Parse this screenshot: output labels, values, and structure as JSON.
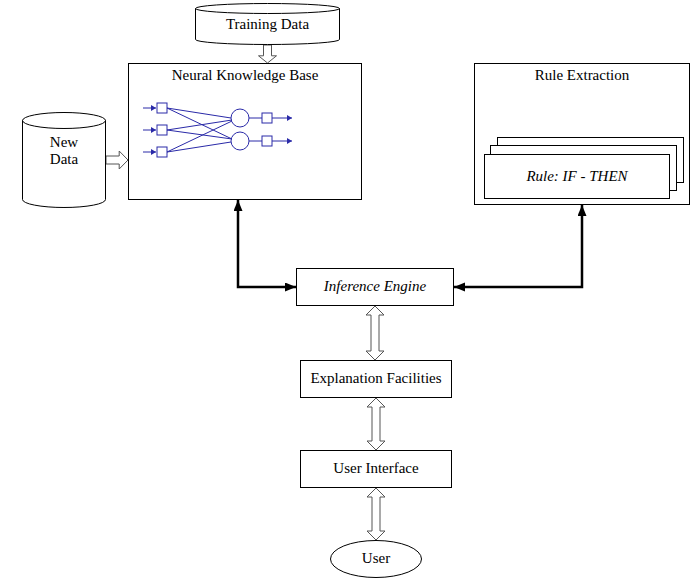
{
  "diagram": {
    "nodes": [
      {
        "text": [
          "Training Data"
        ]
      },
      {
        "text": [
          "New Data"
        ]
      },
      {
        "text": [
          "Neural Knowledge Base"
        ]
      },
      {
        "text": [
          "Rule Extraction"
        ]
      },
      {
        "text": [
          "Rule: IF - THEN"
        ],
        "in": 3
      },
      {
        "text": [
          "Inference Engine"
        ]
      },
      {
        "text": [
          "Explanation Facilities"
        ]
      },
      {
        "text": [
          "User Interface"
        ]
      },
      {
        "text": [
          "User"
        ]
      }
    ],
    "edges": [
      {
        "from": 0,
        "to": 2,
        "arrow": "to"
      },
      {
        "from": 1,
        "to": 2,
        "arrow": "to"
      },
      {
        "from": 2,
        "to": 5,
        "arrow": "both"
      },
      {
        "from": 3,
        "to": 5,
        "arrow": "both"
      },
      {
        "from": 5,
        "to": 6,
        "arrow": "both"
      },
      {
        "from": 6,
        "to": 7,
        "arrow": "both"
      },
      {
        "from": 7,
        "to": 8,
        "arrow": "both"
      }
    ]
  }
}
